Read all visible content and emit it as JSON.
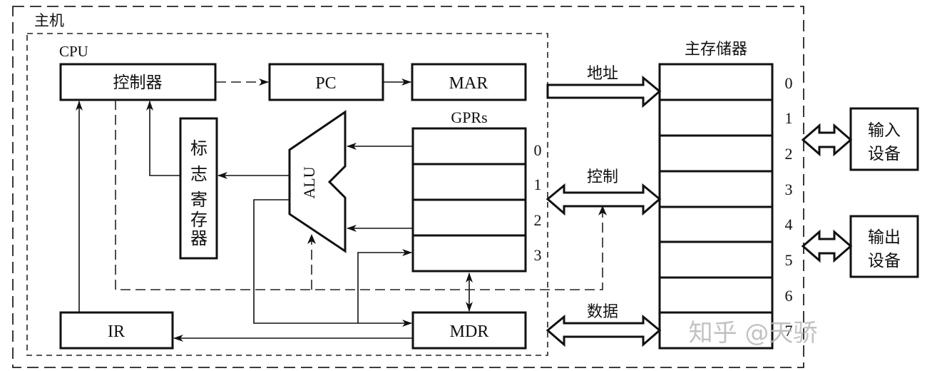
{
  "diagram": {
    "host_label": "主机",
    "cpu_label": "CPU",
    "controller_label": "控制器",
    "pc_label": "PC",
    "mar_label": "MAR",
    "gprs_label": "GPRs",
    "gpr_indices": [
      "0",
      "1",
      "2",
      "3"
    ],
    "alu_label": "ALU",
    "flag_register_chars": [
      "标",
      "志",
      "寄",
      "存",
      "器"
    ],
    "ir_label": "IR",
    "mdr_label": "MDR",
    "main_memory_label": "主存储器",
    "memory_indices": [
      "0",
      "1",
      "2",
      "3",
      "4",
      "5",
      "6",
      "7"
    ],
    "bus_address_label": "地址",
    "bus_control_label": "控制",
    "bus_data_label": "数据",
    "input_device_lines": [
      "输入",
      "设备"
    ],
    "output_device_lines": [
      "输出",
      "设备"
    ]
  },
  "watermark": "知乎 @天骄"
}
